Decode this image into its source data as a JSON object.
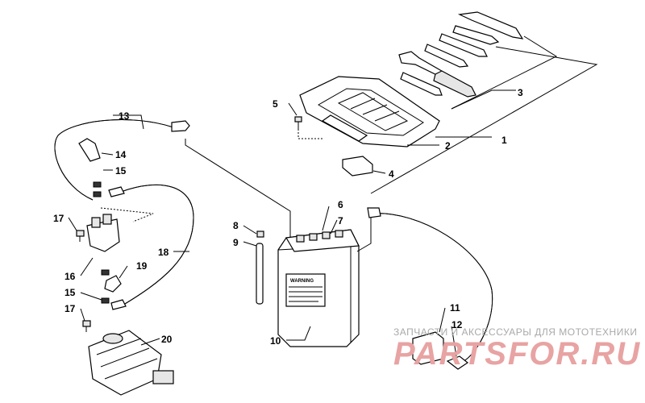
{
  "callouts": {
    "n1": "1",
    "n2": "2",
    "n3": "3",
    "n4": "4",
    "n5": "5",
    "n6": "6",
    "n7": "7",
    "n8": "8",
    "n9": "9",
    "n10": "10",
    "n11": "11",
    "n12": "12",
    "n13": "13",
    "n14": "14",
    "n15a": "15",
    "n15b": "15",
    "n16": "16",
    "n17a": "17",
    "n17b": "17",
    "n18": "18",
    "n19": "19",
    "n20": "20"
  },
  "battery": {
    "warning": "WARNING"
  },
  "watermark": {
    "tagline": "ЗАПЧАСТИ И АКСЕССУАРЫ ДЛЯ МОТОТЕХНИКИ",
    "brand": "PARTSFOR.RU"
  }
}
